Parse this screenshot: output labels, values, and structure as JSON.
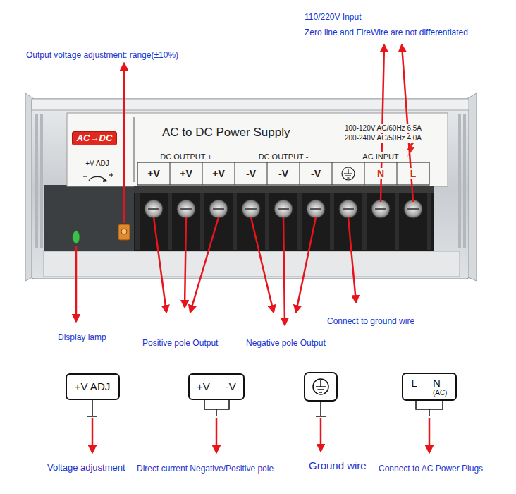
{
  "diagram": {
    "nodes": [
      {
        "text": [
          "AC→DC"
        ]
      },
      {
        "text": [
          "+V ADJ"
        ]
      },
      {
        "text": [
          "+V",
          "-V"
        ]
      },
      {
        "text": [
          "L",
          "N",
          "(AC)"
        ]
      }
    ],
    "labels": [
      "110/220V Input",
      "Zero line and FireWire are not differentiated",
      "Output voltage adjustment: range(±10%)",
      "AC to DC Power Supply",
      "100-120V AC/60Hz 6.5A",
      "200-240V AC/50Hz 4.0A",
      "+V ADJ",
      "DC OUTPUT +",
      "DC OUTPUT -",
      "AC INPUT",
      "+V",
      "+V",
      "+V",
      "-V",
      "-V",
      "-V",
      "N",
      "L",
      "Display lamp",
      "Positive pole Output",
      "Negative pole Output",
      "Connect to ground wire",
      "Voltage adjustment",
      "Direct current Negative/Positive pole",
      "Ground wire",
      "Connect to AC Power Plugs"
    ]
  }
}
